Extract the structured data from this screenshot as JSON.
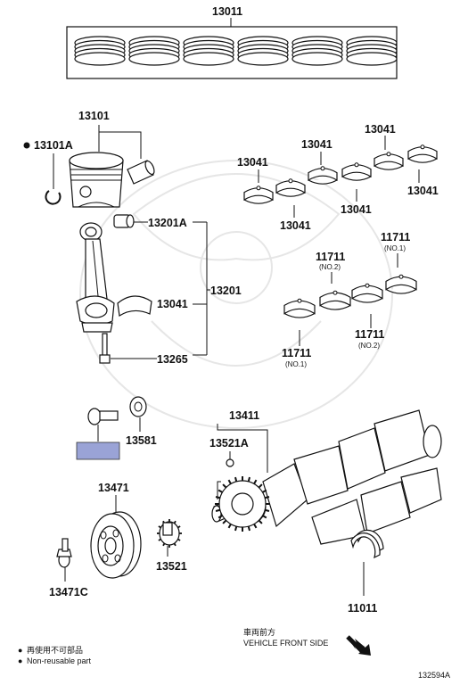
{
  "labels": {
    "p13011": "13011",
    "p13101": "13101",
    "p13101A": "13101A",
    "p13201A": "13201A",
    "p13201": "13201",
    "p13041_rod": "13041",
    "p13265": "13265",
    "p13041_a": "13041",
    "p13041_b": "13041",
    "p13041_c": "13041",
    "p13041_d": "13041",
    "p13041_e": "13041",
    "p13041_f": "13041",
    "p11711_a": "11711",
    "p11711_b": "11711",
    "p11711_c": "11711",
    "p11711_d": "11711",
    "no2_a": "(NO.2)",
    "no1_b": "(NO.1)",
    "no1_c": "(NO.1)",
    "no2_d": "(NO.2)",
    "p13581": "13581",
    "p13411": "13411",
    "p13521A": "13521A",
    "p13471": "13471",
    "p13471C": "13471C",
    "p13521": "13521",
    "p11011": "11011"
  },
  "legend": {
    "bullet": "●",
    "line1": "再使用不可部品",
    "line2": "Non-reusable part"
  },
  "front_side": {
    "jp": "車両前方",
    "en": "VEHICLE FRONT SIDE"
  },
  "figure_id": "132594A",
  "colors": {
    "highlight": "#9aa3d6",
    "ink": "#111111"
  }
}
